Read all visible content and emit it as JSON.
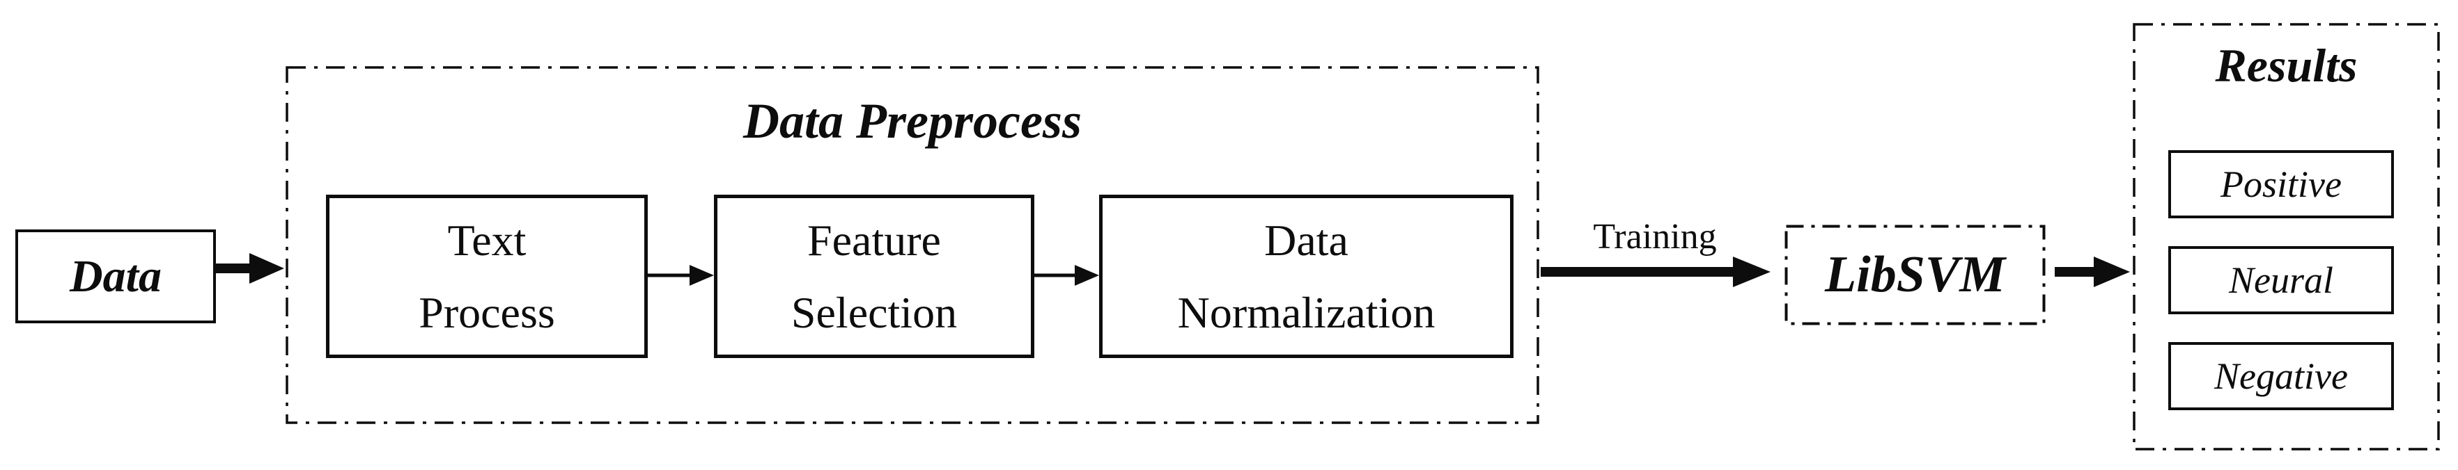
{
  "colors": {
    "ink": "#0d0d0d",
    "background": "#ffffff"
  },
  "data_source": {
    "label": "Data"
  },
  "preprocess": {
    "title": "Data Preprocess",
    "steps": [
      {
        "label": "Text\nProcess"
      },
      {
        "label": "Feature\nSelection"
      },
      {
        "label": "Data\nNormalization"
      }
    ]
  },
  "training_arrow": {
    "label": "Training"
  },
  "classifier": {
    "label": "LibSVM"
  },
  "results": {
    "title": "Results",
    "items": [
      {
        "label": "Positive"
      },
      {
        "label": "Neural"
      },
      {
        "label": "Negative"
      }
    ]
  }
}
